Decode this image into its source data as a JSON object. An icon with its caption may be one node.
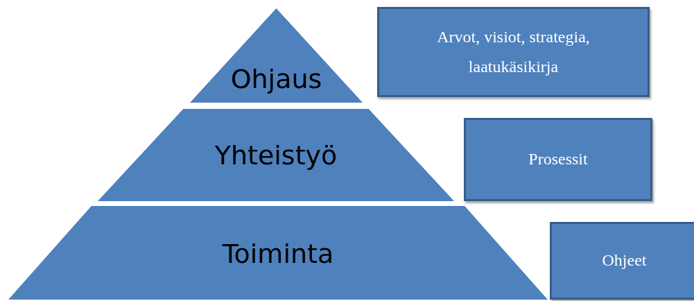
{
  "diagram": {
    "nodes": [
      {
        "text": [
          "Ohjaus"
        ]
      },
      {
        "text": [
          "Yhteistyö"
        ]
      },
      {
        "text": [
          "Toiminta"
        ]
      },
      {
        "text": [
          "Arvot, visiot, strategia, laatukäsikirja"
        ]
      },
      {
        "text": [
          "Prosessit"
        ]
      },
      {
        "text": [
          "Ohjeet"
        ]
      }
    ]
  }
}
